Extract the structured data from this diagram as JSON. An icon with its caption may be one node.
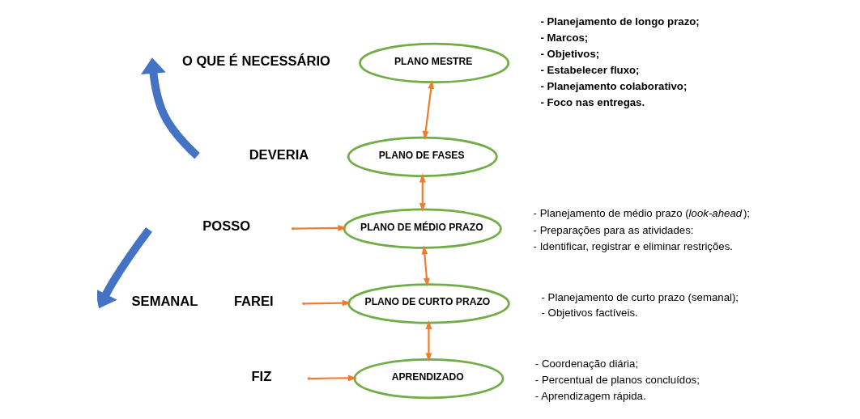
{
  "diagram": {
    "nodes": [
      {
        "text": [
          "PLANO MESTRE"
        ]
      },
      {
        "text": [
          "PLANO DE FASES"
        ]
      },
      {
        "text": [
          "PLANO DE MÉDIO PRAZO"
        ],
        "beside": [
          "- Planejamento de médio prazo (*look-ahead*);",
          "- Preparações para as atividades:",
          "- Identificar, registrar e eliminar restrições."
        ]
      },
      {
        "text": [
          "PLANO DE CURTO PRAZO"
        ],
        "beside": [
          "- Planejamento de curto prazo (semanal);",
          "- Objetivos factíveis."
        ]
      },
      {
        "text": [
          "APRENDIZADO"
        ],
        "beside": [
          "- Coordenação diária;",
          "- Percentual de planos concluídos;",
          "- Aprendizagem rápida."
        ]
      }
    ],
    "edges": [
      {
        "from": 0,
        "to": 1,
        "arrow": "both"
      },
      {
        "from": 1,
        "to": 2,
        "arrow": "both"
      },
      {
        "from": 2,
        "to": 3,
        "arrow": "both"
      },
      {
        "from": 3,
        "to": 4,
        "arrow": "both"
      },
      {
        "from": null,
        "to": 2,
        "arrow": "to"
      },
      {
        "from": null,
        "to": 3,
        "arrow": "to"
      },
      {
        "from": null,
        "to": 4,
        "arrow": "to"
      }
    ],
    "labels": [
      "O QUE É NECESSÁRIO",
      "DEVERIA",
      "- Planejamento de longo prazo;",
      "- Marcos;",
      "- Objetivos;",
      "- Estabelecer fluxo;",
      "- Planejamento colaborativo;",
      "- Foco nas entregas.",
      "POSSO",
      "SEMANAL",
      "FAREI",
      "FIZ"
    ]
  }
}
